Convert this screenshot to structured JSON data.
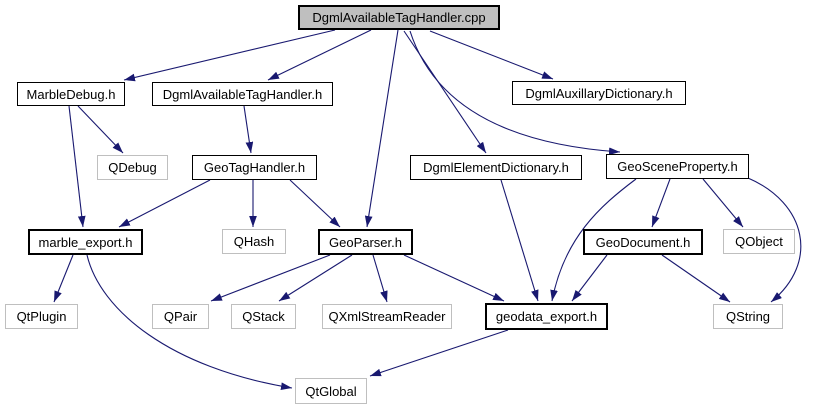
{
  "graph": {
    "root": {
      "label": "DgmlAvailableTagHandler.cpp"
    },
    "nodes": [
      {
        "label": "MarbleDebug.h",
        "kind": "internal"
      },
      {
        "label": "DgmlAvailableTagHandler.h",
        "kind": "internal"
      },
      {
        "label": "DgmlAuxillaryDictionary.h",
        "kind": "internal"
      },
      {
        "label": "QDebug",
        "kind": "external"
      },
      {
        "label": "GeoTagHandler.h",
        "kind": "internal"
      },
      {
        "label": "DgmlElementDictionary.h",
        "kind": "internal"
      },
      {
        "label": "GeoSceneProperty.h",
        "kind": "internal"
      },
      {
        "label": "marble_export.h",
        "kind": "internal-bold"
      },
      {
        "label": "QHash",
        "kind": "external"
      },
      {
        "label": "GeoParser.h",
        "kind": "internal-bold"
      },
      {
        "label": "GeoDocument.h",
        "kind": "internal-bold"
      },
      {
        "label": "QObject",
        "kind": "external"
      },
      {
        "label": "QtPlugin",
        "kind": "external"
      },
      {
        "label": "QPair",
        "kind": "external"
      },
      {
        "label": "QStack",
        "kind": "external"
      },
      {
        "label": "QXmlStreamReader",
        "kind": "external"
      },
      {
        "label": "geodata_export.h",
        "kind": "internal-bold"
      },
      {
        "label": "QString",
        "kind": "external"
      },
      {
        "label": "QtGlobal",
        "kind": "external"
      }
    ],
    "edges": [
      {
        "from": "DgmlAvailableTagHandler.cpp",
        "to": "MarbleDebug.h"
      },
      {
        "from": "DgmlAvailableTagHandler.cpp",
        "to": "DgmlAvailableTagHandler.h"
      },
      {
        "from": "DgmlAvailableTagHandler.cpp",
        "to": "DgmlAuxillaryDictionary.h"
      },
      {
        "from": "DgmlAvailableTagHandler.cpp",
        "to": "DgmlElementDictionary.h"
      },
      {
        "from": "DgmlAvailableTagHandler.cpp",
        "to": "GeoSceneProperty.h"
      },
      {
        "from": "DgmlAvailableTagHandler.cpp",
        "to": "GeoParser.h"
      },
      {
        "from": "MarbleDebug.h",
        "to": "QDebug"
      },
      {
        "from": "MarbleDebug.h",
        "to": "marble_export.h"
      },
      {
        "from": "DgmlAvailableTagHandler.h",
        "to": "GeoTagHandler.h"
      },
      {
        "from": "GeoTagHandler.h",
        "to": "marble_export.h"
      },
      {
        "from": "GeoTagHandler.h",
        "to": "QHash"
      },
      {
        "from": "GeoTagHandler.h",
        "to": "GeoParser.h"
      },
      {
        "from": "DgmlElementDictionary.h",
        "to": "geodata_export.h"
      },
      {
        "from": "GeoSceneProperty.h",
        "to": "GeoDocument.h"
      },
      {
        "from": "GeoSceneProperty.h",
        "to": "QObject"
      },
      {
        "from": "GeoSceneProperty.h",
        "to": "geodata_export.h"
      },
      {
        "from": "GeoSceneProperty.h",
        "to": "QString"
      },
      {
        "from": "GeoDocument.h",
        "to": "geodata_export.h"
      },
      {
        "from": "GeoDocument.h",
        "to": "QString"
      },
      {
        "from": "GeoParser.h",
        "to": "QPair"
      },
      {
        "from": "GeoParser.h",
        "to": "QStack"
      },
      {
        "from": "GeoParser.h",
        "to": "QXmlStreamReader"
      },
      {
        "from": "GeoParser.h",
        "to": "geodata_export.h"
      },
      {
        "from": "marble_export.h",
        "to": "QtPlugin"
      },
      {
        "from": "marble_export.h",
        "to": "QtGlobal"
      },
      {
        "from": "geodata_export.h",
        "to": "QtGlobal"
      }
    ]
  },
  "colors": {
    "edge": "#191970",
    "node_border": "#000000",
    "external_border": "#bfbfbf",
    "root_fill": "#bfbfbf",
    "node_fill": "#ffffff",
    "text": "#000000",
    "background": "#ffffff"
  }
}
